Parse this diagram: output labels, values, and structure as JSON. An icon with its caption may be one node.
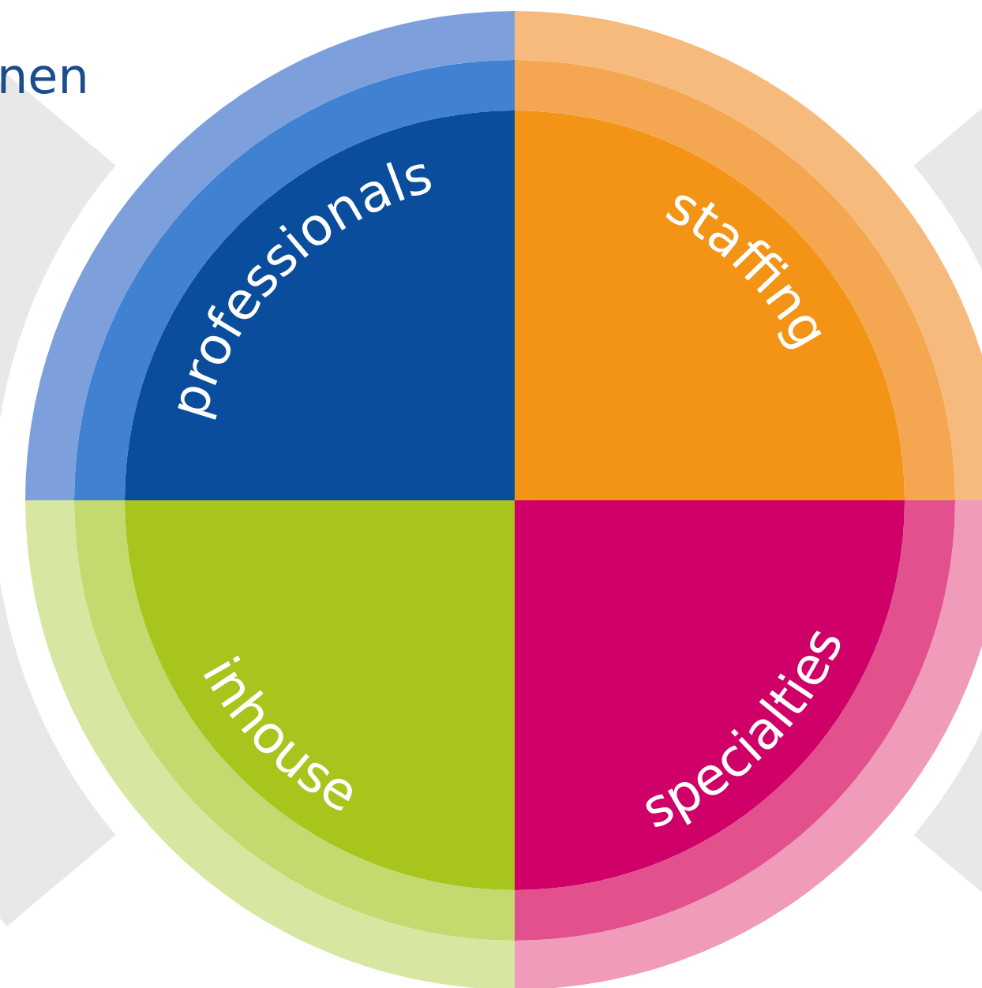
{
  "diagram": {
    "nodes": [
      {
        "text": [
          "professionals"
        ]
      },
      {
        "text": [
          "staffing"
        ]
      },
      {
        "text": [
          "inhouse"
        ]
      },
      {
        "text": [
          "specialties"
        ]
      }
    ],
    "labels": [
      "nen"
    ]
  }
}
